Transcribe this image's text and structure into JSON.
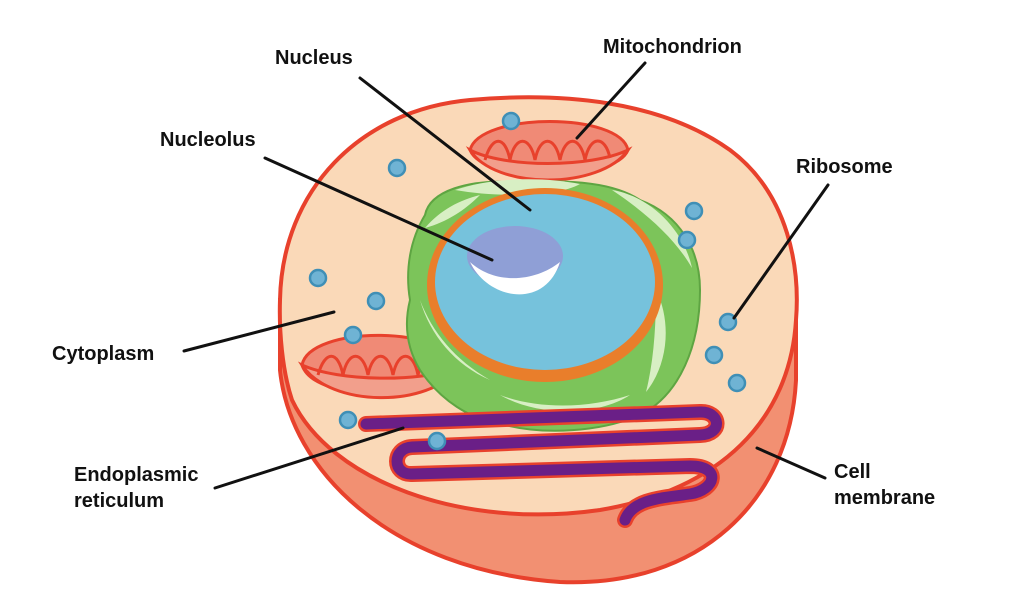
{
  "labels": {
    "nucleus": "Nucleus",
    "mitochondrion": "Mitochondrion",
    "nucleolus": "Nucleolus",
    "ribosome": "Ribosome",
    "cytoplasm": "Cytoplasm",
    "er_line1": "Endoplasmic",
    "er_line2": "reticulum",
    "membrane_line1": "Cell",
    "membrane_line2": "membrane"
  },
  "colors": {
    "membrane": "#e8412c",
    "cell_side": "#f29072",
    "cytoplasm": "#fad9b8",
    "nucleus": "#76c2dc",
    "nuclear_envelope": "#e97e2b",
    "nucleolus": "#8f9fd6",
    "rough_er": "#7cc45a",
    "rough_er_light": "#d8efc4",
    "mitochondrion": "#f08a76",
    "ribosome": "#6fb3d4",
    "smooth_er": "#6a1f87"
  }
}
